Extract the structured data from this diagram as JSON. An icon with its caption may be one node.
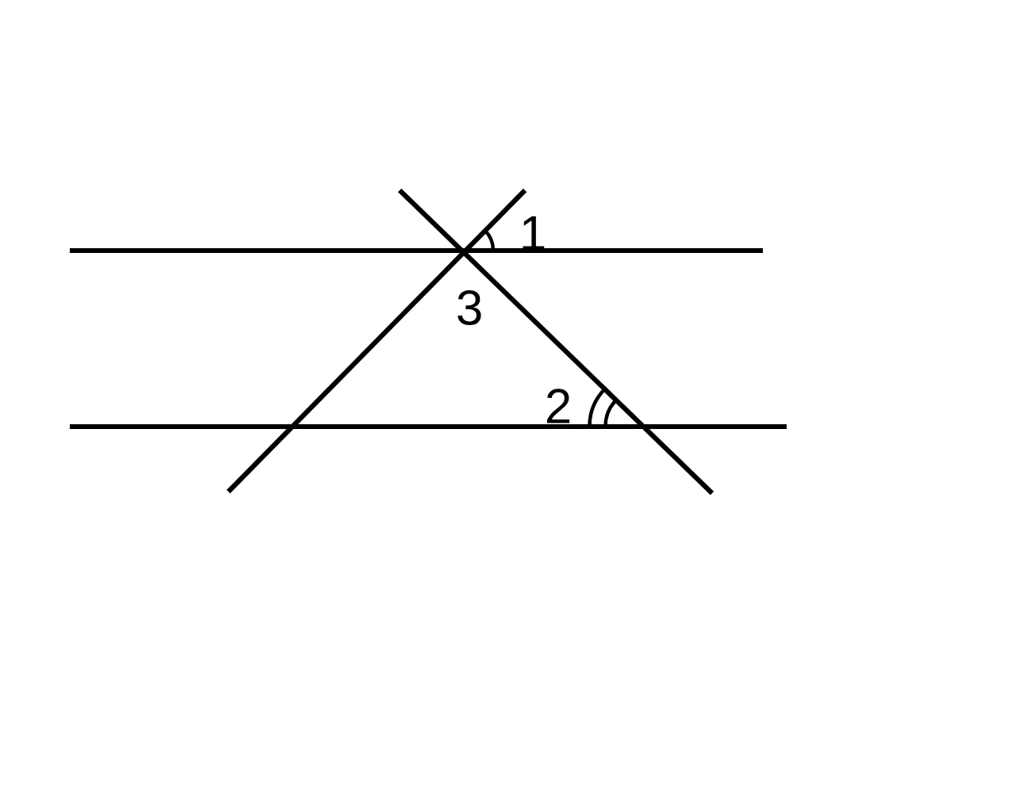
{
  "diagram": {
    "labels": [
      "1",
      "3",
      "2"
    ]
  }
}
